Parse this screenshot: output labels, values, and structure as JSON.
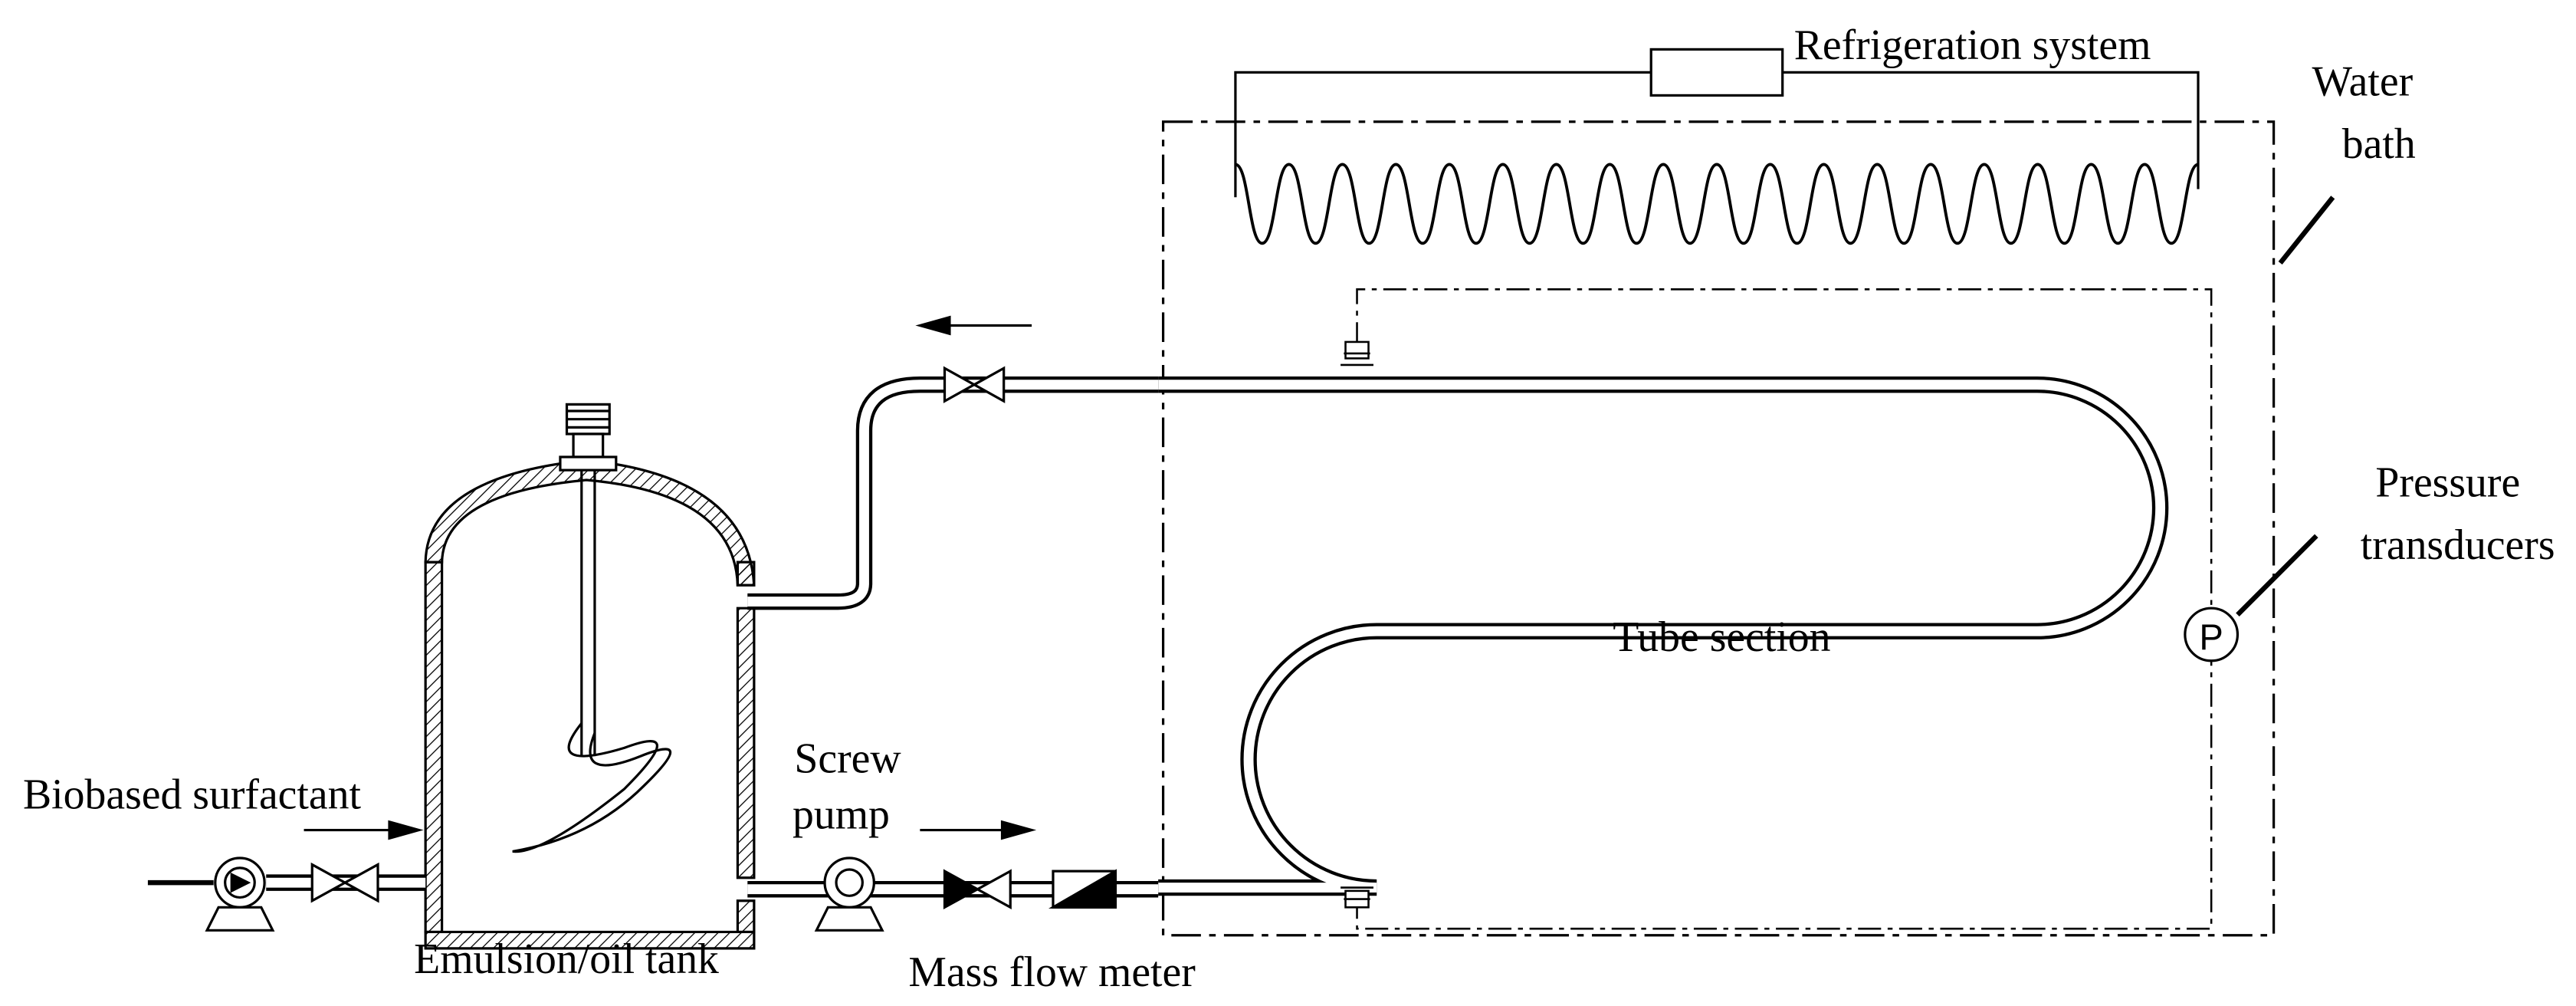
{
  "labels": {
    "refrigeration": "Refrigeration system",
    "water_bath_1": "Water",
    "water_bath_2": "bath",
    "pressure_1": "Pressure",
    "pressure_2": "transducers",
    "pressure_symbol": "P",
    "tube_section": "Tube section",
    "screw_1": "Screw",
    "screw_2": "pump",
    "biobased": "Biobased surfactant",
    "tank": "Emulsion/oil tank",
    "mass_flow": "Mass flow meter"
  },
  "colors": {
    "line": "#000000",
    "background": "#ffffff"
  }
}
